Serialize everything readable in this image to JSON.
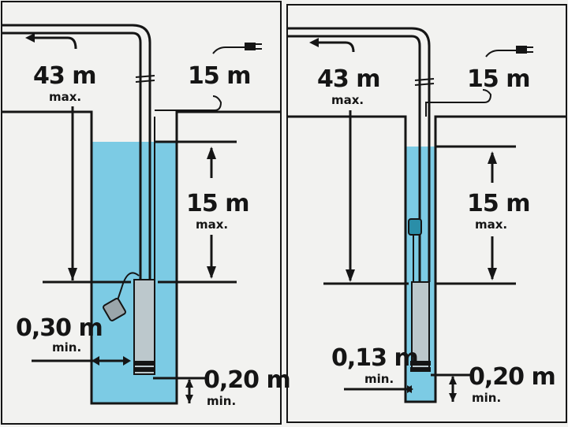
{
  "left_panel": {
    "discharge_height": "43 m",
    "discharge_label": "max.",
    "cable_length": "15 m",
    "immersion_depth": "15 m",
    "immersion_label": "max.",
    "side_clearance": "0,30 m",
    "side_label": "min.",
    "bottom_clearance": "0,20 m",
    "bottom_label": "min."
  },
  "right_panel": {
    "discharge_height": "43 m",
    "discharge_label": "max.",
    "cable_length": "15 m",
    "immersion_depth": "15 m",
    "immersion_label": "max.",
    "side_clearance": "0,13 m",
    "side_label": "min.",
    "bottom_clearance": "0,20 m",
    "bottom_label": "min."
  },
  "colors": {
    "water": "#7ccbe4",
    "ink": "#151515",
    "background": "#f2f2f0"
  }
}
